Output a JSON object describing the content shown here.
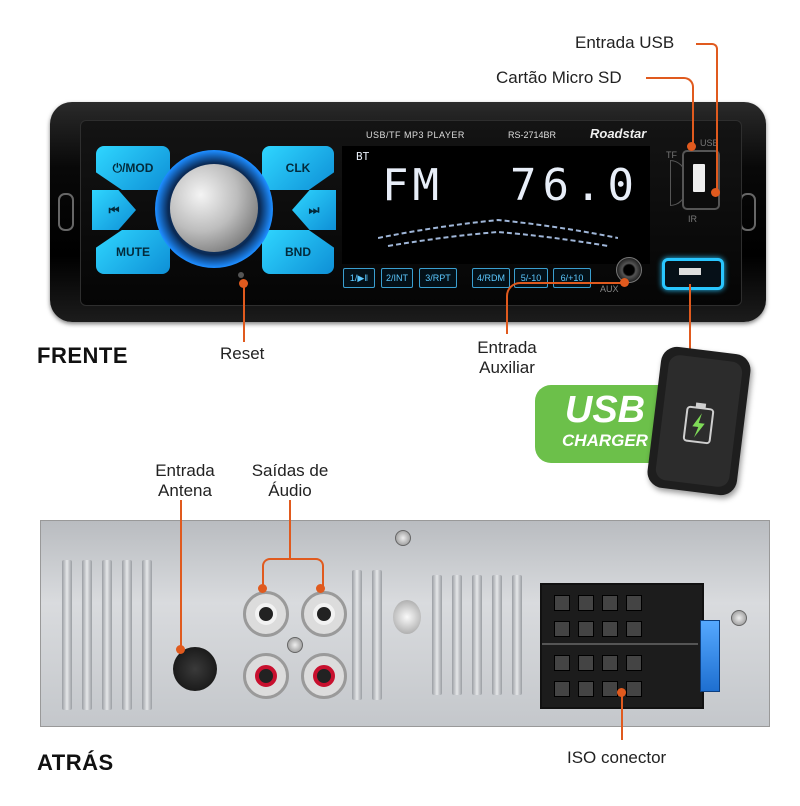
{
  "front": {
    "heading": "FRENTE",
    "brand": "Roadstar",
    "model": "RS-2714BR",
    "player_type": "USB/TF  MP3  PLAYER",
    "lcd": {
      "mode_tag": "BT",
      "band": "FM",
      "frequency": "76.0"
    },
    "buttons": {
      "mod": "⏻/MOD",
      "clk": "CLK",
      "mute": "MUTE",
      "bnd": "BND",
      "prev": "⏮",
      "next": "⏭",
      "presets": [
        "1/▶‖",
        "2/INT",
        "3/RPT",
        "4/RDM",
        "5/-10",
        "6/+10"
      ]
    },
    "port_labels": {
      "aux": "AUX",
      "usb": "USB",
      "tf": "TF",
      "ir": "IR"
    },
    "callouts": {
      "entrada_usb": "Entrada USB",
      "cartao_sd": "Cartão Micro SD",
      "reset": "Reset",
      "entrada_auxiliar_line1": "Entrada",
      "entrada_auxiliar_line2": "Auxiliar"
    },
    "charger": {
      "line1": "USB",
      "line2": "CHARGER"
    }
  },
  "back": {
    "heading": "ATRÁS",
    "callouts": {
      "antena_line1": "Entrada",
      "antena_line2": "Antena",
      "audio_line1": "Saídas de",
      "audio_line2": "Áudio",
      "iso": "ISO conector"
    }
  },
  "colors": {
    "accent": "#e05a1e",
    "glow": "#29c6ff",
    "charger_green": "#6cc04a"
  }
}
